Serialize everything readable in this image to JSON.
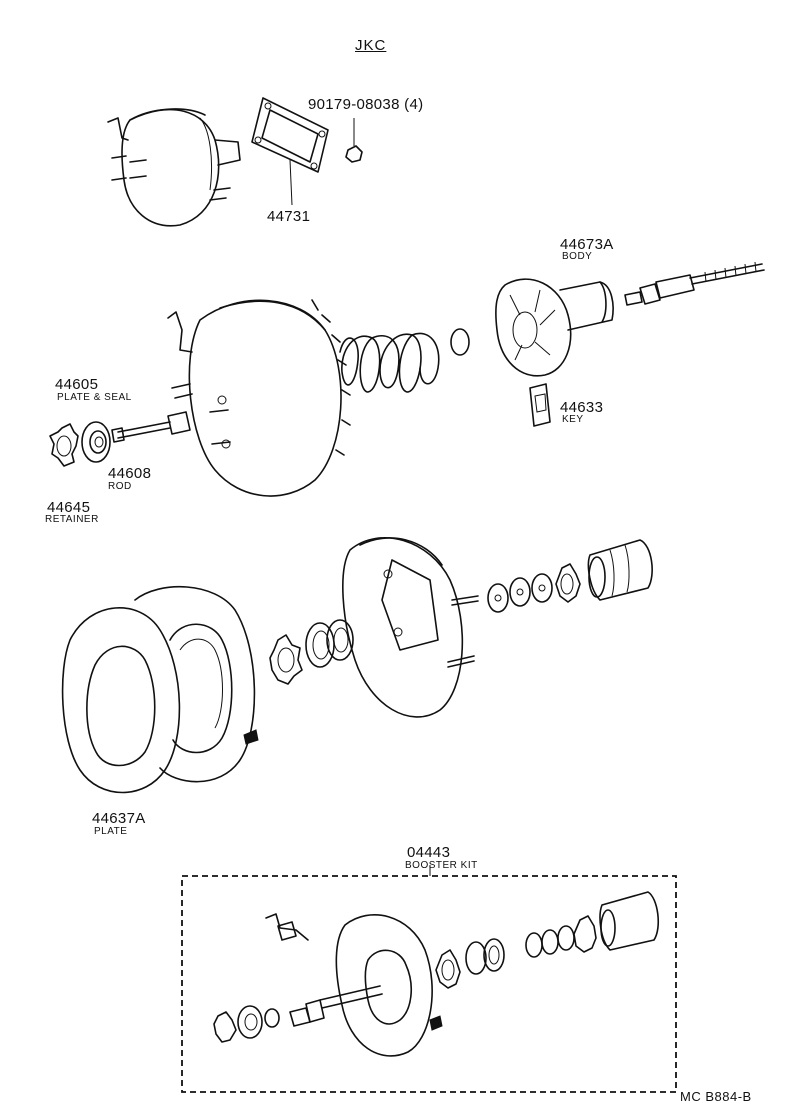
{
  "header": {
    "title": "JKC"
  },
  "callouts": [
    {
      "id": "p90179",
      "number": "90179-08038 (4)",
      "name": ""
    },
    {
      "id": "p44731",
      "number": "44731",
      "name": ""
    },
    {
      "id": "p44673a",
      "number": "44673A",
      "name": "BODY"
    },
    {
      "id": "p44605",
      "number": "44605",
      "name": "PLATE & SEAL"
    },
    {
      "id": "p44633",
      "number": "44633",
      "name": "KEY"
    },
    {
      "id": "p44608",
      "number": "44608",
      "name": "ROD"
    },
    {
      "id": "p44645",
      "number": "44645",
      "name": "RETAINER"
    },
    {
      "id": "p44637a",
      "number": "44637A",
      "name": "PLATE"
    },
    {
      "id": "p04443",
      "number": "04443",
      "name": "BOOSTER KIT"
    }
  ],
  "footer": {
    "diagram_code": "MC  B884-B"
  }
}
